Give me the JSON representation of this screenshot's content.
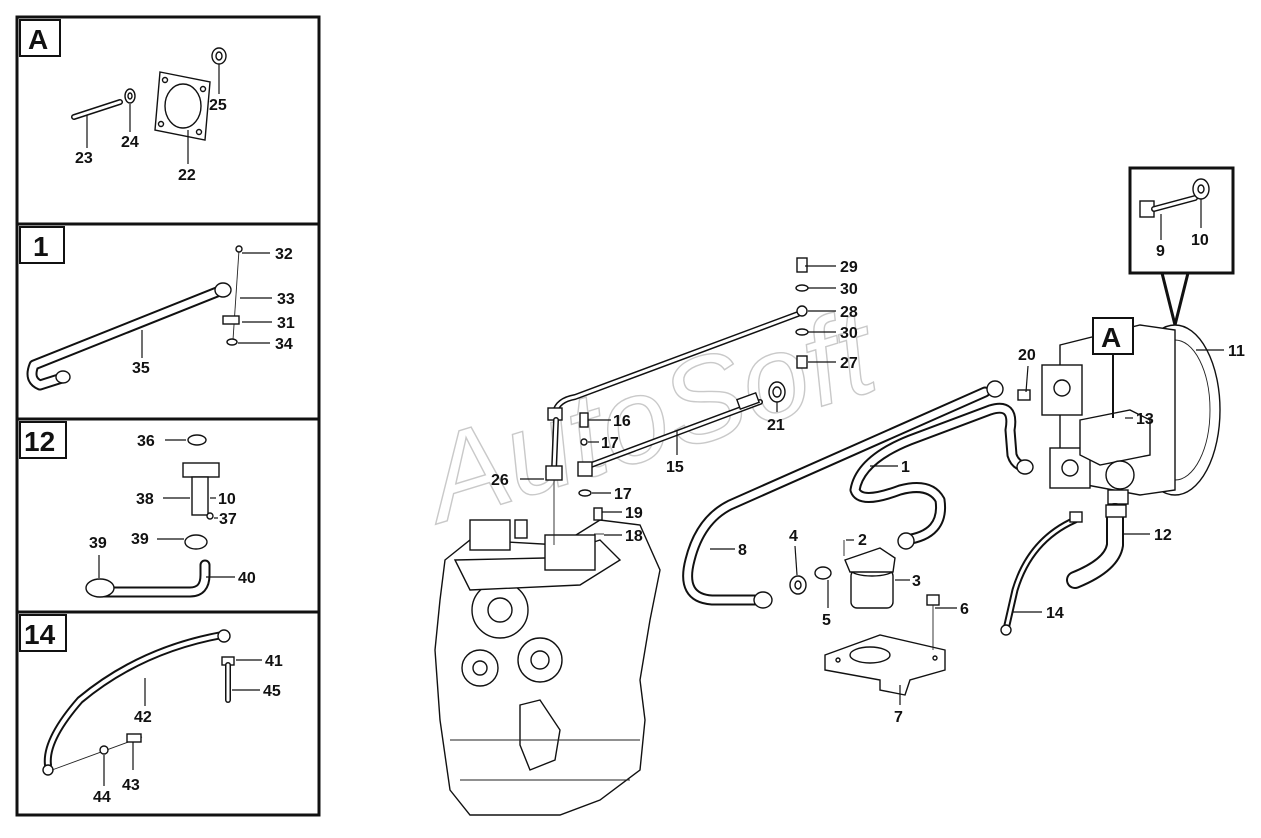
{
  "watermark": "AutoSoft",
  "panels": {
    "A": "A",
    "p1": "1",
    "p12": "12",
    "p14": "14"
  },
  "main_callout": "A",
  "labels": {
    "n1": "1",
    "n2": "2",
    "n3": "3",
    "n4": "4",
    "n5": "5",
    "n6": "6",
    "n7": "7",
    "n8": "8",
    "n9": "9",
    "n10": "10",
    "n10b": "10",
    "n11": "11",
    "n12": "12",
    "n13": "13",
    "n14": "14",
    "n15": "15",
    "n16": "16",
    "n17a": "17",
    "n17b": "17",
    "n18": "18",
    "n19": "19",
    "n20": "20",
    "n21": "21",
    "n22": "22",
    "n23": "23",
    "n24": "24",
    "n25": "25",
    "n26": "26",
    "n27": "27",
    "n28": "28",
    "n29": "29",
    "n30a": "30",
    "n30b": "30",
    "n31": "31",
    "n32": "32",
    "n33": "33",
    "n34": "34",
    "n35": "35",
    "n36": "36",
    "n37": "37",
    "n38": "38",
    "n39a": "39",
    "n39b": "39",
    "n40": "40",
    "n41": "41",
    "n42": "42",
    "n43": "43",
    "n44": "44",
    "n45": "45"
  }
}
